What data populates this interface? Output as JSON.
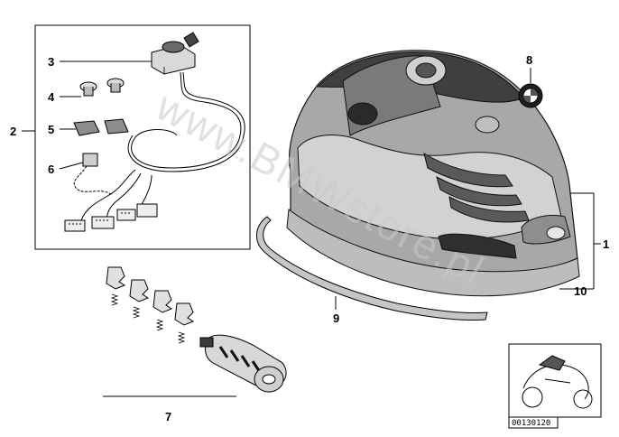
{
  "callouts": {
    "c1": "1",
    "c2": "2",
    "c3": "3",
    "c4": "4",
    "c5": "5",
    "c6": "6",
    "c7": "7",
    "c8": "8",
    "c9": "9",
    "c10": "10"
  },
  "watermark": "www.BMWstore.pl",
  "thumbnail": {
    "ref_code": "00130120"
  },
  "colors": {
    "tank_dark": "#3a3a3a",
    "tank_mid": "#8a8a8a",
    "tank_light": "#bdbdbd",
    "watermark": "#c8c8c8"
  }
}
